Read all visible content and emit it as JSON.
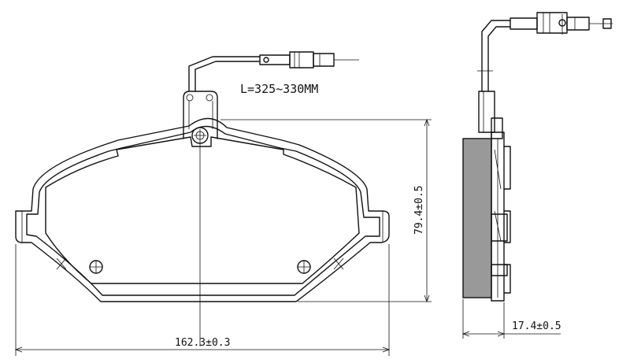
{
  "annotations": {
    "wire_length": "L=325~330MM",
    "height": "79.4±0.5",
    "width": "162.3±0.3",
    "thickness": "17.4±0.5"
  },
  "colors": {
    "line": "#111111",
    "friction_material": "#999999",
    "background": "#ffffff"
  }
}
